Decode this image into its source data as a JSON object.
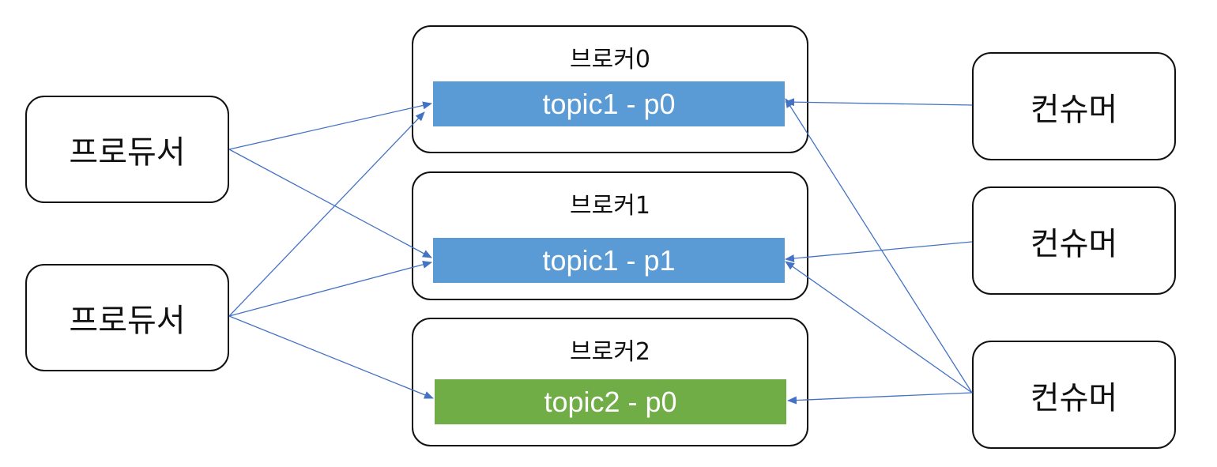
{
  "producers": [
    {
      "label": "프로듀서"
    },
    {
      "label": "프로듀서"
    }
  ],
  "brokers": [
    {
      "label": "브로커0",
      "partition": {
        "label": "topic1 - p0",
        "color": "#5b9bd5"
      }
    },
    {
      "label": "브로커1",
      "partition": {
        "label": "topic1 - p1",
        "color": "#5b9bd5"
      }
    },
    {
      "label": "브로커2",
      "partition": {
        "label": "topic2 - p0",
        "color": "#70ad47"
      }
    }
  ],
  "consumers": [
    {
      "label": "컨슈머"
    },
    {
      "label": "컨슈머"
    },
    {
      "label": "컨슈머"
    }
  ],
  "edges": [
    {
      "from": "producer-0",
      "to": "partition-0"
    },
    {
      "from": "producer-0",
      "to": "partition-1"
    },
    {
      "from": "producer-1",
      "to": "partition-0"
    },
    {
      "from": "producer-1",
      "to": "partition-1"
    },
    {
      "from": "producer-1",
      "to": "partition-2"
    },
    {
      "from": "consumer-0",
      "to": "partition-0"
    },
    {
      "from": "consumer-1",
      "to": "partition-1"
    },
    {
      "from": "consumer-2",
      "to": "partition-0"
    },
    {
      "from": "consumer-2",
      "to": "partition-1"
    },
    {
      "from": "consumer-2",
      "to": "partition-2"
    }
  ],
  "colors": {
    "edge": "#4472c4",
    "border": "#111111"
  }
}
